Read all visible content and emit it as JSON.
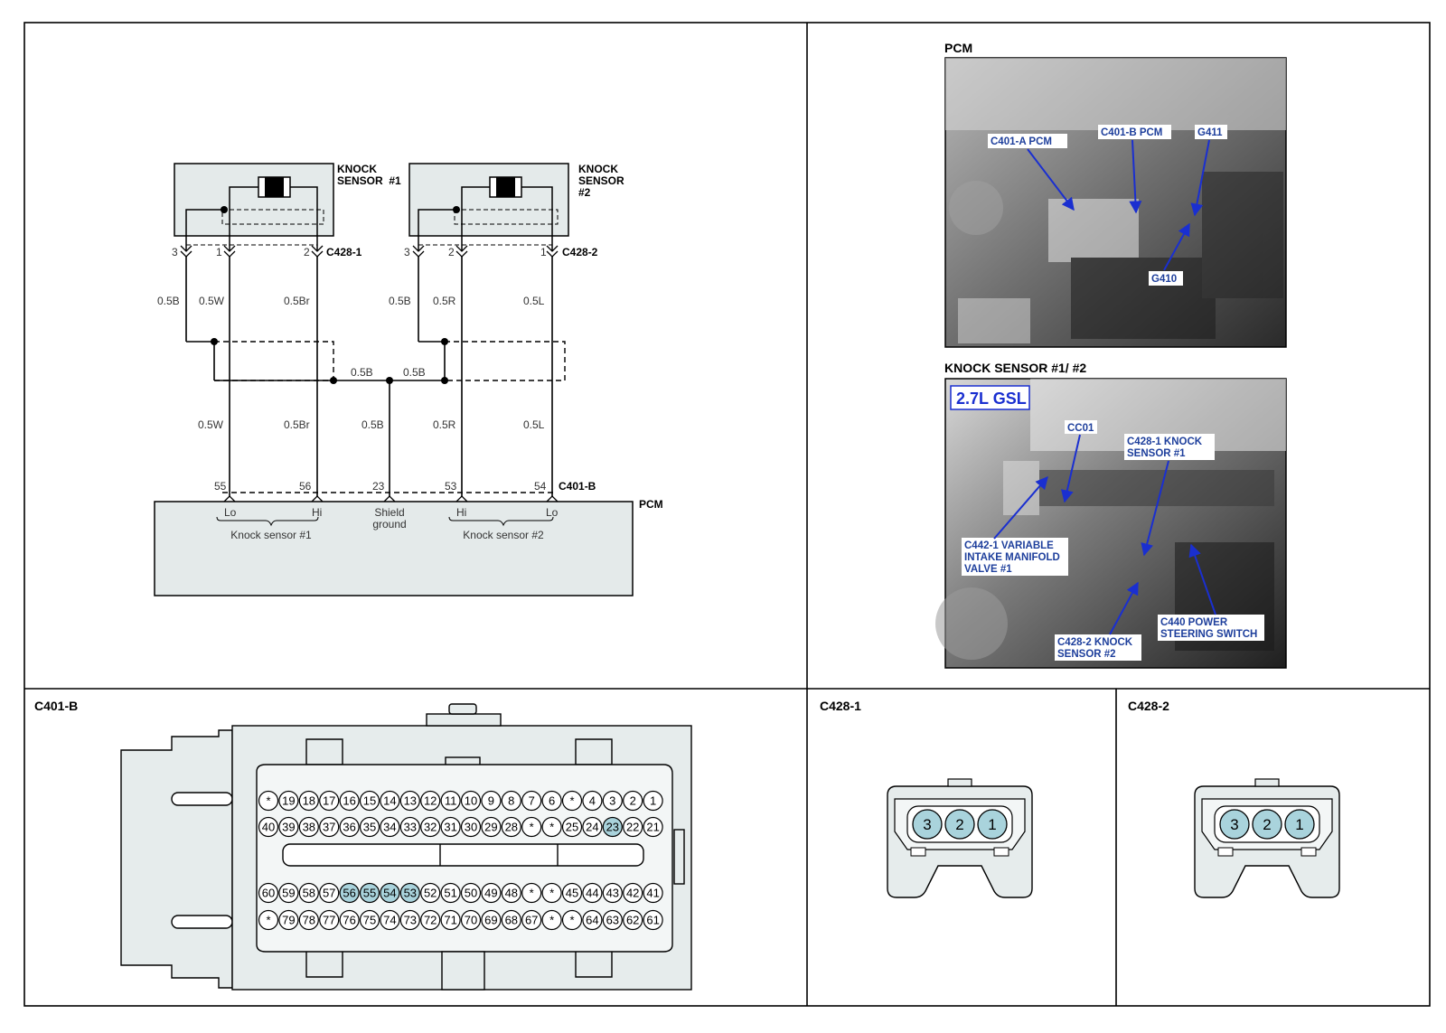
{
  "schematic": {
    "sensor1_label": [
      "KNOCK",
      "SENSOR  #1"
    ],
    "sensor2_label": [
      "KNOCK",
      "SENSOR",
      "#2"
    ],
    "c428_1_label": "C428-1",
    "c428_2_label": "C428-2",
    "c428_1_pins": [
      "3",
      "1",
      "2"
    ],
    "c428_2_pins": [
      "3",
      "2",
      "1"
    ],
    "upper_wires": [
      "0.5B",
      "0.5W",
      "0.5Br",
      "0.5B",
      "0.5R",
      "0.5L"
    ],
    "junction_wires": [
      "0.5B",
      "0.5B"
    ],
    "lower_wires": [
      "0.5W",
      "0.5Br",
      "0.5B",
      "0.5R",
      "0.5L"
    ],
    "pcm_pins": [
      "55",
      "56",
      "23",
      "53",
      "54"
    ],
    "c401b_label": "C401-B",
    "pcm_label": "PCM",
    "pcm_terminals": [
      "Lo",
      "Hi",
      "Hi",
      "Lo"
    ],
    "shield_ground": [
      "Shield",
      "ground"
    ],
    "knock_sensor_1": "Knock sensor #1",
    "knock_sensor_2": "Knock sensor #2"
  },
  "photos": {
    "pcm_title": "PCM",
    "pcm_callouts": [
      "C401-A PCM",
      "C401-B PCM",
      "G411",
      "G410"
    ],
    "knock_title": "KNOCK SENSOR #1/ #2",
    "engine_badge": "2.7L GSL",
    "knock_callouts": {
      "cc01": "CC01",
      "c428_1": [
        "C428-1 KNOCK",
        "SENSOR #1"
      ],
      "c442_1": [
        "C442-1 VARIABLE",
        "INTAKE MANIFOLD",
        "VALVE #1"
      ],
      "c440": [
        "C440 POWER",
        "STEERING SWITCH"
      ],
      "c428_2": [
        "C428-2 KNOCK",
        "SENSOR #2"
      ]
    }
  },
  "connectors": {
    "c401b_title": "C401-B",
    "c428_1_title": "C428-1",
    "c428_2_title": "C428-2",
    "c401b_rows": [
      [
        "*",
        "19",
        "18",
        "17",
        "16",
        "15",
        "14",
        "13",
        "12",
        "11",
        "10",
        "9",
        "8",
        "7",
        "6",
        "*",
        "4",
        "3",
        "2",
        "1"
      ],
      [
        "40",
        "39",
        "38",
        "37",
        "36",
        "35",
        "34",
        "33",
        "32",
        "31",
        "30",
        "29",
        "28",
        "*",
        "*",
        "25",
        "24",
        "23",
        "22",
        "21"
      ],
      [
        "60",
        "59",
        "58",
        "57",
        "56",
        "55",
        "54",
        "53",
        "52",
        "51",
        "50",
        "49",
        "48",
        "*",
        "*",
        "45",
        "44",
        "43",
        "42",
        "41"
      ],
      [
        "*",
        "79",
        "78",
        "77",
        "76",
        "75",
        "74",
        "73",
        "72",
        "71",
        "70",
        "69",
        "68",
        "67",
        "*",
        "*",
        "64",
        "63",
        "62",
        "61"
      ]
    ],
    "c401b_highlighted": [
      "23",
      "53",
      "54",
      "55",
      "56"
    ],
    "c428_pins": [
      "3",
      "2",
      "1"
    ],
    "highlight_color": "#a9d3dc",
    "housing_color": "#e6ecec"
  }
}
